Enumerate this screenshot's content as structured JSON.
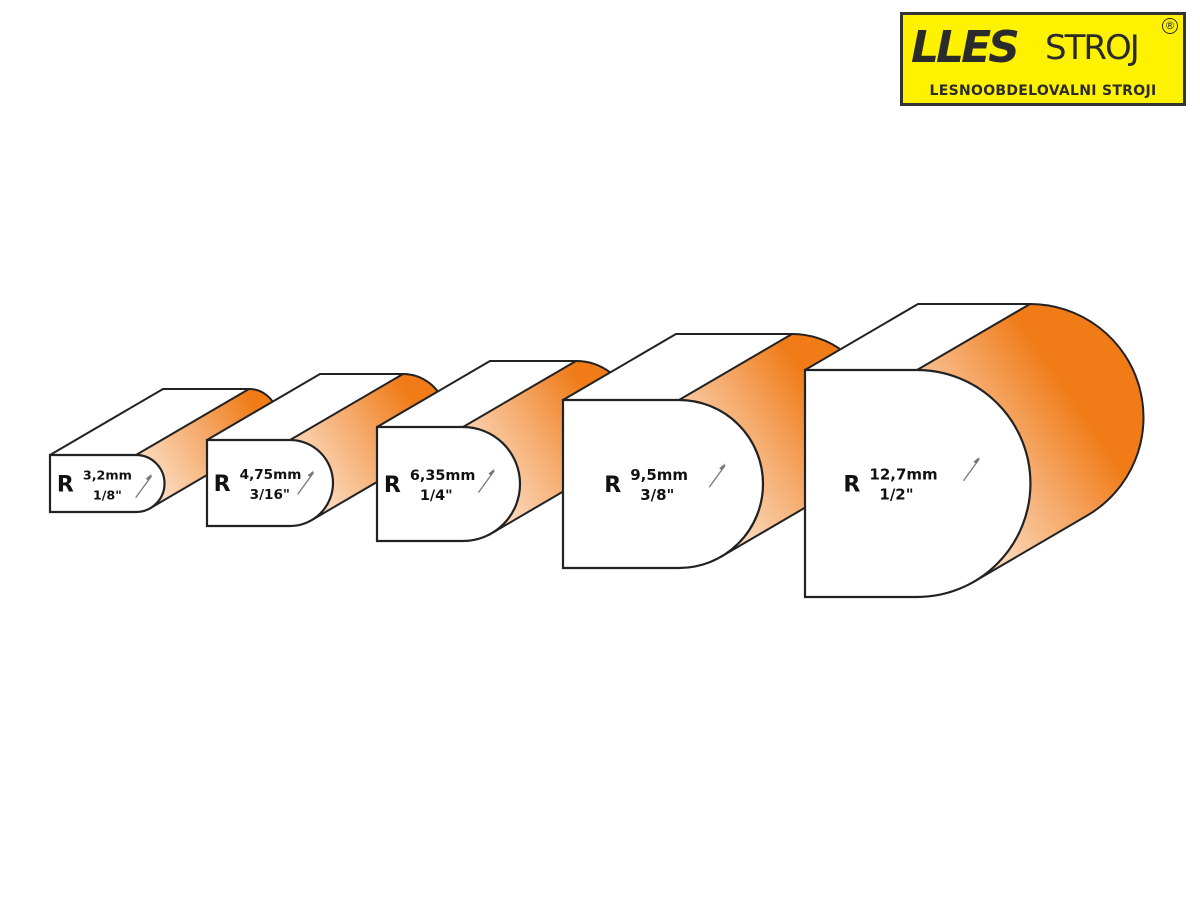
{
  "logo": {
    "mark": "LLES",
    "mark2": "STROJ",
    "registered": "®",
    "subtitle": "LESNOOBDELOVALNI STROJI"
  },
  "colors": {
    "orange": "#f07b17",
    "light": "#fde6d2",
    "stroke": "#222222"
  },
  "profiles": [
    {
      "r_label": "R",
      "mm": "3,2mm",
      "inch": "1/8\""
    },
    {
      "r_label": "R",
      "mm": "4,75mm",
      "inch": "3/16\""
    },
    {
      "r_label": "R",
      "mm": "6,35mm",
      "inch": "1/4\""
    },
    {
      "r_label": "R",
      "mm": "9,5mm",
      "inch": "3/8\""
    },
    {
      "r_label": "R",
      "mm": "12,7mm",
      "inch": "1/2\""
    }
  ]
}
